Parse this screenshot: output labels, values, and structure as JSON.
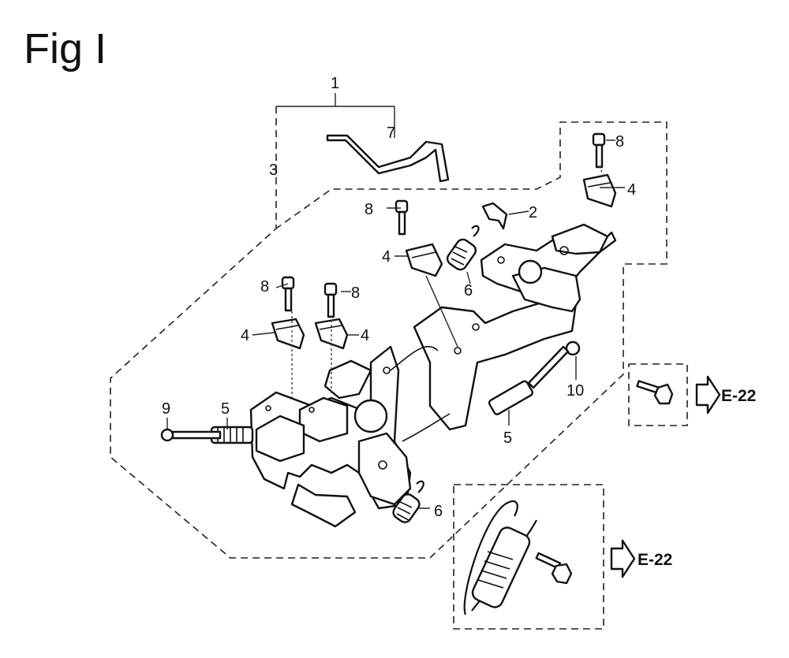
{
  "title": "Fig I",
  "callouts": {
    "c1": "1",
    "c2": "2",
    "c3": "3",
    "c4a": "4",
    "c4b": "4",
    "c4c": "4",
    "c4d": "4",
    "c5a": "5",
    "c5b": "5",
    "c6a": "6",
    "c6b": "6",
    "c7": "7",
    "c8a": "8",
    "c8b": "8",
    "c8c": "8",
    "c8d": "8",
    "c9": "9",
    "c10": "10"
  },
  "references": {
    "upper": "E-22",
    "lower": "E-22"
  }
}
